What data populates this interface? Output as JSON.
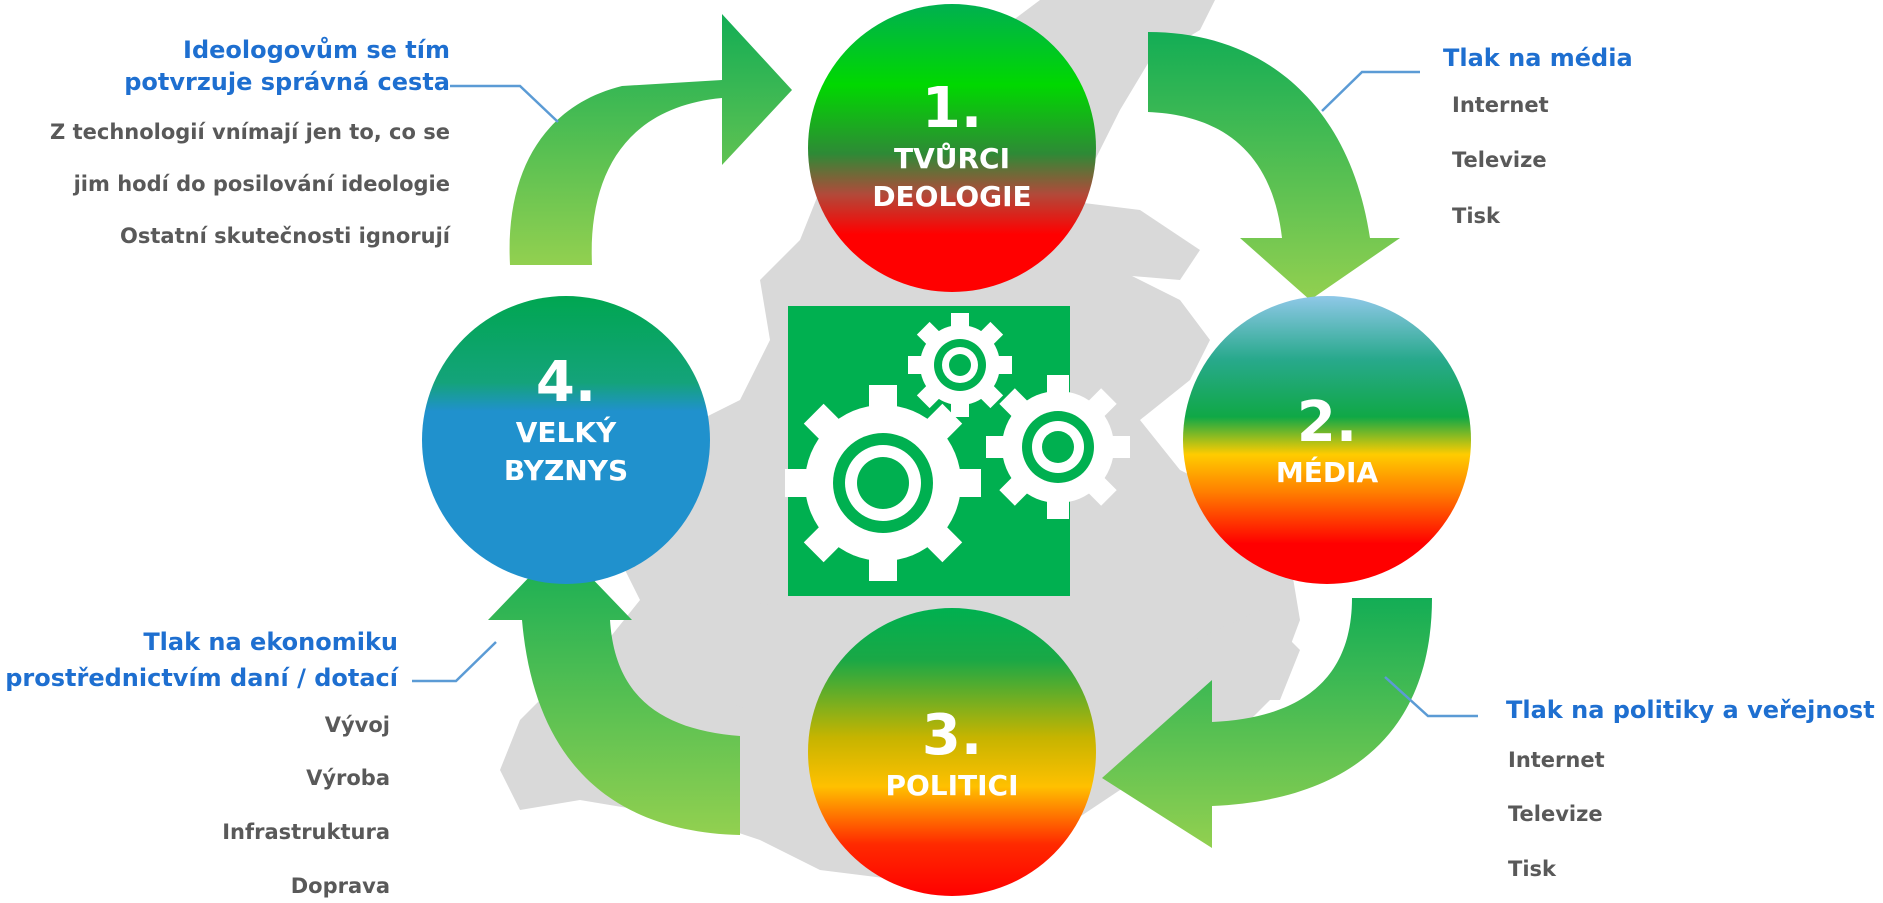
{
  "nodes": [
    {
      "number": "1.",
      "label_lines": [
        "TVŮRCI",
        "DEOLOGIE"
      ]
    },
    {
      "number": "2.",
      "label_lines": [
        "MÉDIA"
      ]
    },
    {
      "number": "3.",
      "label_lines": [
        "POLITICI"
      ]
    },
    {
      "number": "4.",
      "label_lines": [
        "VELKÝ",
        "BYZNYS"
      ]
    }
  ],
  "callouts": {
    "top_right": {
      "title": "Tlak na média",
      "items": [
        "Internet",
        "Televize",
        "Tisk"
      ]
    },
    "bottom_right": {
      "title": "Tlak na politiky a veřejnost",
      "items": [
        "Internet",
        "Televize",
        "Tisk"
      ]
    },
    "bottom_left": {
      "title_lines": [
        "Tlak na ekonomiku",
        "prostřednictvím daní / dotací"
      ],
      "items": [
        "Vývoj",
        "Výroba",
        "Infrastruktura",
        "Doprava"
      ]
    },
    "top_left": {
      "title_lines": [
        "Ideologovům se tím",
        "potvrzuje správná cesta"
      ],
      "items": [
        "Z technologií vnímají jen to, co se",
        "jim hodí do posilování ideologie",
        "Ostatní skutečnosti ignorují"
      ]
    }
  },
  "center_icon": "gears-icon",
  "colors": {
    "title_blue": "#1e6fd0",
    "text_gray": "#595959",
    "arrow_dark": "#13ad55",
    "arrow_light": "#92d050",
    "green": "#00b050",
    "red": "#ff0000",
    "blue_node": "#2091cd",
    "map_gray": "#d9d9d9"
  }
}
